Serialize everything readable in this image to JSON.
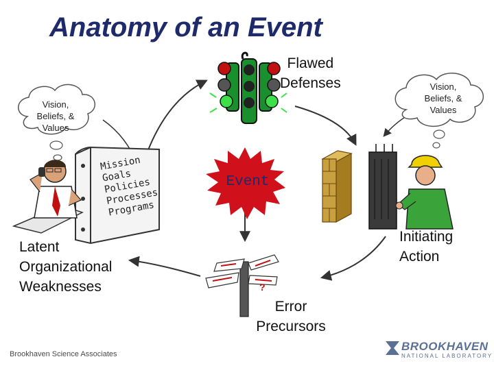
{
  "title": "Anatomy of an Event",
  "nodes": {
    "flawed_defenses": [
      "Flawed",
      "Defenses"
    ],
    "event": "Event",
    "latent_weaknesses": [
      "Latent",
      "Organizational",
      "Weaknesses"
    ],
    "initiating_action": [
      "Initiating",
      "Action"
    ],
    "error_precursors": [
      "Error",
      "Precursors"
    ]
  },
  "clouds": {
    "left": [
      "Vision,",
      "Beliefs, &",
      "Values"
    ],
    "right": [
      "Vision,",
      "Beliefs, &",
      "Values"
    ]
  },
  "binder_items": [
    "Mission",
    "Goals",
    "Policies",
    "Processes",
    "Programs"
  ],
  "sign_mark": "?",
  "footer": "Brookhaven Science Associates",
  "brand": {
    "name": "BROOKHAVEN",
    "subtitle": "NATIONAL LABORATORY"
  },
  "colors": {
    "title": "#1f2a6b",
    "event_burst": "#d0101a",
    "traffic_light": "#1a8f2e",
    "brick_wall": "#c8a040",
    "arrow": "#333333",
    "brand": "#5a7094"
  },
  "icons": [
    "traffic-light-icon",
    "thought-cloud-icon",
    "binder-icon",
    "worried-man-icon",
    "event-burst-icon",
    "brick-wall-icon",
    "worker-hardhat-icon",
    "signpost-icon"
  ]
}
